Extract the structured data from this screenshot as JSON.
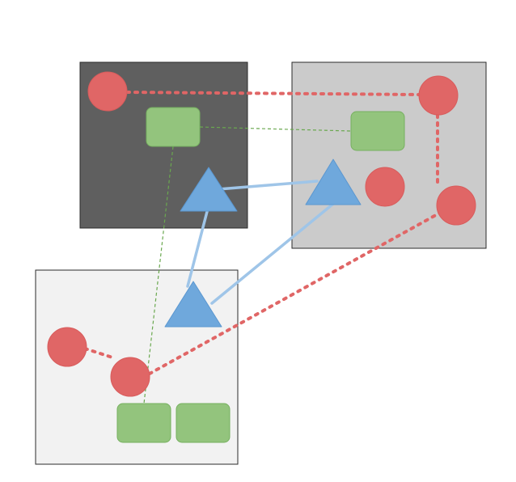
{
  "diagram": {
    "background": "#ffffff",
    "panels": [
      {
        "id": "panel-dark",
        "shade": "dark",
        "fill": "#5f5f5f"
      },
      {
        "id": "panel-mid",
        "shade": "medium",
        "fill": "#cbcbcb"
      },
      {
        "id": "panel-light",
        "shade": "light",
        "fill": "#f2f2f2"
      }
    ],
    "node_styles": {
      "circle": {
        "fill": "#e06666",
        "stroke": "#d85c5c"
      },
      "rounded-rect": {
        "fill": "#93c47d",
        "stroke": "#76b05f"
      },
      "triangle": {
        "fill": "#6fa8dc",
        "stroke": "#5b97d0"
      }
    },
    "edge_styles": {
      "red-dotted": {
        "color": "#e06666",
        "pattern": "dotted"
      },
      "green-dashed": {
        "color": "#6aa84f",
        "pattern": "dashed"
      },
      "blue-solid": {
        "color": "#9fc5e8",
        "pattern": "solid"
      }
    },
    "nodes": [
      {
        "id": "dark-circle",
        "type": "circle",
        "panel": "panel-dark"
      },
      {
        "id": "dark-rect",
        "type": "rounded-rect",
        "panel": "panel-dark"
      },
      {
        "id": "dark-triangle",
        "type": "triangle",
        "panel": "panel-dark"
      },
      {
        "id": "mid-circle-top",
        "type": "circle",
        "panel": "panel-mid"
      },
      {
        "id": "mid-rect",
        "type": "rounded-rect",
        "panel": "panel-mid"
      },
      {
        "id": "mid-triangle",
        "type": "triangle",
        "panel": "panel-mid"
      },
      {
        "id": "mid-circle-middle",
        "type": "circle",
        "panel": "panel-mid"
      },
      {
        "id": "mid-circle-right",
        "type": "circle",
        "panel": "panel-mid"
      },
      {
        "id": "light-triangle",
        "type": "triangle",
        "panel": "panel-light"
      },
      {
        "id": "light-circle-left",
        "type": "circle",
        "panel": "panel-light"
      },
      {
        "id": "light-circle-center",
        "type": "circle",
        "panel": "panel-light"
      },
      {
        "id": "light-rect-left",
        "type": "rounded-rect",
        "panel": "panel-light"
      },
      {
        "id": "light-rect-right",
        "type": "rounded-rect",
        "panel": "panel-light"
      }
    ],
    "edges": [
      {
        "from": "dark-circle",
        "to": "mid-circle-top",
        "style": "red-dotted"
      },
      {
        "from": "mid-circle-top",
        "to": "mid-circle-right",
        "style": "red-dotted"
      },
      {
        "from": "mid-circle-right",
        "to": "light-circle-center",
        "style": "red-dotted"
      },
      {
        "from": "light-circle-left",
        "to": "light-circle-center",
        "style": "red-dotted"
      },
      {
        "from": "dark-rect",
        "to": "mid-rect",
        "style": "green-dashed"
      },
      {
        "from": "dark-rect",
        "to": "light-rect-left",
        "style": "green-dashed"
      },
      {
        "from": "dark-triangle",
        "to": "mid-triangle",
        "style": "blue-solid"
      },
      {
        "from": "dark-triangle",
        "to": "light-triangle",
        "style": "blue-solid"
      },
      {
        "from": "mid-triangle",
        "to": "light-triangle",
        "style": "blue-solid"
      }
    ]
  }
}
